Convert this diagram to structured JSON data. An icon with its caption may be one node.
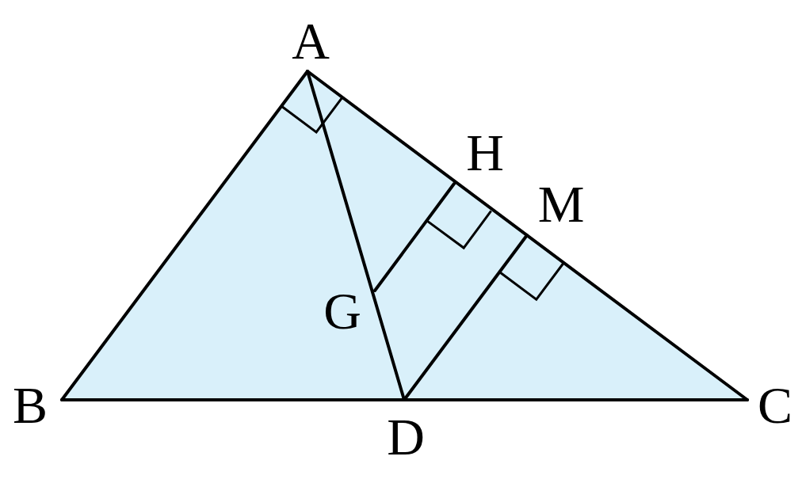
{
  "diagram": {
    "labels": [
      "A",
      "H",
      "M",
      "G",
      "B",
      "C",
      "D"
    ]
  }
}
